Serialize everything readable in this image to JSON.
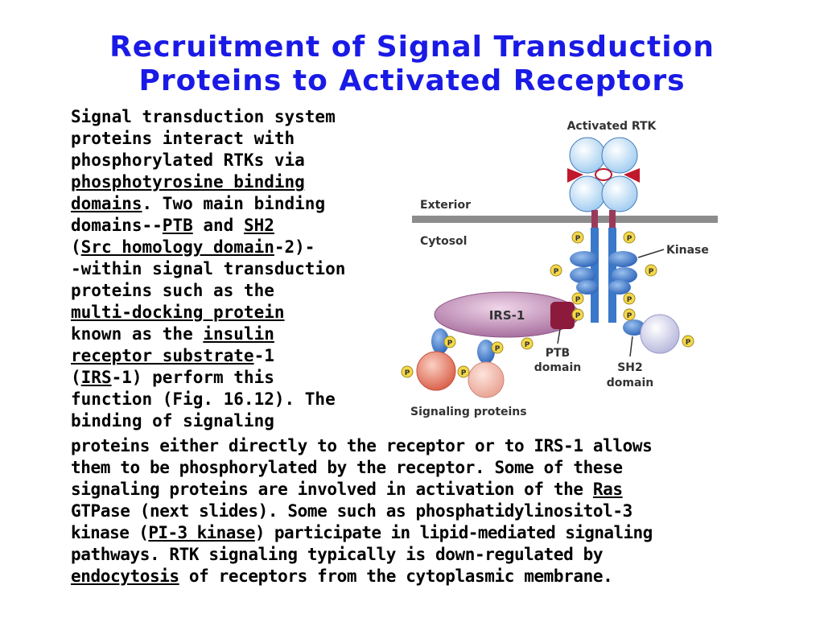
{
  "title": {
    "line1": "Recruitment of Signal Transduction",
    "line2": "Proteins to Activated Receptors"
  },
  "body": {
    "l1": "Signal transduction system",
    "l2": "proteins interact with",
    "l3": "phosphorylated RTKs via",
    "l4_link": "phosphotyrosine binding",
    "l5_link": "domains",
    "l5_rest": ". Two main binding",
    "l6_a": "domains--",
    "l6_link1": "PTB",
    "l6_b": " and ",
    "l6_link2": "SH2",
    "l7_a": "(",
    "l7_link": "Src homology domain",
    "l7_b": "-2)-",
    "l8": "-within signal transduction",
    "l9": "proteins such as the",
    "l10_link": "multi-docking protein",
    "l11_a": "known as the ",
    "l11_link": "insulin",
    "l12_link": "receptor substrate",
    "l12_b": "-1",
    "l13_a": "(",
    "l13_link": "IRS",
    "l13_b": "-1) perform this",
    "l14": "function (Fig. 16.12). The",
    "l15": "binding of signaling",
    "l16": "proteins either directly to the receptor or to IRS-1 allows",
    "l17": "them to be phosphorylated by the receptor. Some of these",
    "l18_a": "signaling proteins are involved in activation of the ",
    "l18_link": "Ras",
    "l19": "GTPase (next slides). Some such as phosphatidylinositol-3",
    "l20_a": "kinase (",
    "l20_link": "PI-3 kinase",
    "l20_b": ") participate in lipid-mediated signaling",
    "l21": "pathways. RTK signaling typically is down-regulated by",
    "l22_link": "endocytosis",
    "l22_b": " of receptors from the cytoplasmic membrane."
  },
  "figure": {
    "activated_rtk": "Activated RTK",
    "exterior": "Exterior",
    "cytosol": "Cytosol",
    "kinase": "Kinase",
    "irs1": "IRS-1",
    "ptb_l1": "PTB",
    "ptb_l2": "domain",
    "sh2_l1": "SH2",
    "sh2_l2": "domain",
    "signaling_proteins": "Signaling proteins",
    "phospho": "P",
    "colors": {
      "title": "#1a1ae6",
      "membrane": "#8c8c8c",
      "receptor_blue": "#3a78c9",
      "light_blue": "#bfe0f7",
      "irs_purple": "#b07aa4",
      "ptb_maroon": "#8c1a3c",
      "phospho_yellow": "#f5d84a",
      "salmon": "#e0705a",
      "lavender": "#c8c8e6"
    }
  }
}
